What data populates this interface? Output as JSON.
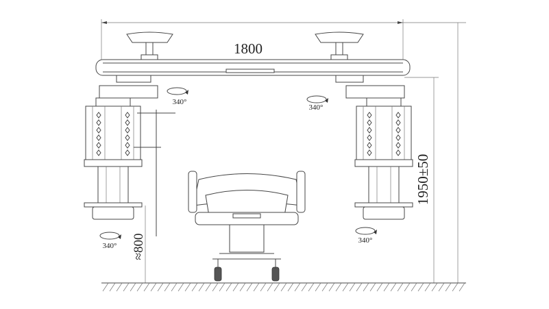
{
  "dimensions": {
    "width": "1800",
    "height": "1950±50",
    "pole_height": "≈800"
  },
  "rotation_labels": [
    "340°",
    "340°",
    "340°",
    "340°"
  ]
}
